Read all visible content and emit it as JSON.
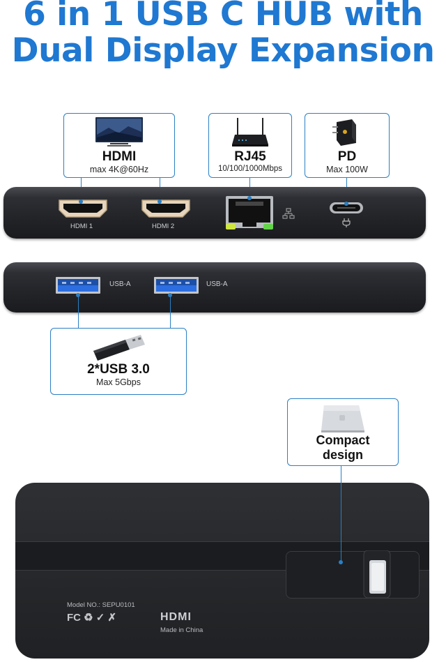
{
  "title": {
    "line1": "6 in 1 USB C HUB with",
    "line2": "Dual Display Expansion"
  },
  "colors": {
    "accent": "#1f78d1",
    "callout_border": "#2a7fc4",
    "hub_body": "#26282b"
  },
  "callouts": {
    "hdmi": {
      "label": "HDMI",
      "sub": "max 4K@60Hz",
      "icon": "monitor-icon"
    },
    "rj45": {
      "label": "RJ45",
      "sub": "10/100/1000Mbps",
      "icon": "router-icon"
    },
    "pd": {
      "label": "PD",
      "sub": "Max 100W",
      "icon": "charger-icon"
    },
    "usb": {
      "label": "2*USB 3.0",
      "sub": "Max 5Gbps",
      "icon": "usb-stick-icon"
    },
    "compact": {
      "label1": "Compact",
      "label2": "design",
      "icon": "laptop-icon"
    }
  },
  "ports": {
    "hdmi1": "HDMI 1",
    "hdmi2": "HDMI 2",
    "usb_a1": "USB-A",
    "usb_a2": "USB-A"
  },
  "hub": {
    "model": "Model NO.: SEPU0101",
    "made_in": "Made in China",
    "hdmi_logo": "HDMI"
  }
}
